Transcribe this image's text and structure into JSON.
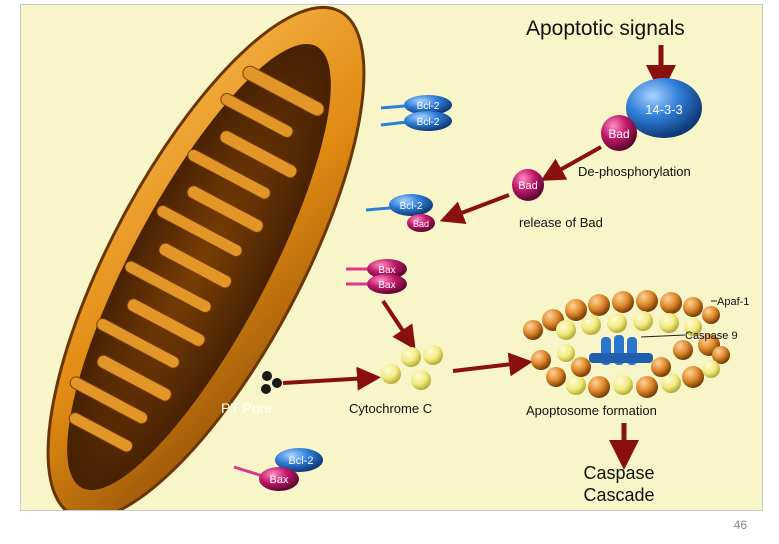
{
  "diagram": {
    "title": "Apoptotic signals",
    "labels": {
      "protein_1433": "14-3-3",
      "bad_top": "Bad",
      "dephos": "De-phosphorylation",
      "bad_free": "Bad",
      "release_bad": "release of Bad",
      "bcl2_a": "Bcl-2",
      "bcl2_b": "Bcl-2",
      "bcl2_c": "Bcl-2",
      "bad_bound": "Bad",
      "bax_a": "Bax",
      "bax_b": "Bax",
      "pt_pore": "PT Pore",
      "cytochrome_c": "Cytochrome C",
      "apaf1": "Apaf-1",
      "caspase9": "Caspase 9",
      "apoptosome": "Apoptosome formation",
      "caspase_line1": "Caspase",
      "caspase_line2": "Cascade",
      "bcl2_bottom": "Bcl-2",
      "bax_bottom": "Bax"
    },
    "colors": {
      "background": "#f8f5c8",
      "arrow": "#8a0f0f",
      "mito_outer": "#e08a12",
      "bcl2": "#2f7fd8",
      "bad": "#c21a6b",
      "bax": "#e0368e",
      "cytochrome": "#f2eb80",
      "apoptosome_orange": "#df8a2c",
      "apoptosome_yellow": "#f2e48a",
      "caspase9": "#2c76d0"
    }
  },
  "page_number": "46"
}
